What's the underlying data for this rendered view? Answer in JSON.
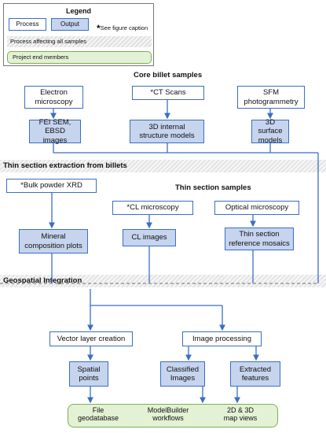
{
  "legend": {
    "title": "Legend",
    "process": "Process",
    "output": "Output",
    "note_star": "*",
    "note": "See figure caption",
    "band": "Process affecting all samples",
    "end": "Project end members"
  },
  "sections": {
    "core": "Core billet samples",
    "thin_extraction": "Thin section extraction from billets",
    "thin_samples": "Thin section samples",
    "geospatial": "Geospatial Integration"
  },
  "nodes": {
    "electron": "Electron\nmicroscopy",
    "ct": "*CT Scans",
    "sfm": "SFM\nphotogrammetry",
    "fei": "FEI SEM,\nEBSD images",
    "internal": "3D internal\nstructure models",
    "surface": "3D surface\nmodels",
    "xrd": "*Bulk powder XRD",
    "cl": "*CL microscopy",
    "optical": "Optical microscopy",
    "mineral": "Mineral\ncomposition plots",
    "cl_images": "CL images",
    "thin_ref": "Thin section\nreference mosaics",
    "vector": "Vector layer creation",
    "imgproc": "Image processing",
    "spatial": "Spatial\npoints",
    "classified": "Classified\nImages",
    "extracted": "Extracted\nfeatures"
  },
  "end_members": {
    "file": "File\ngeodatabase",
    "modelbuilder": "ModelBuilder\nworkflows",
    "views": "2D & 3D\nmap views"
  },
  "colors": {
    "process_border": "#3a6fc4",
    "output_fill": "#c6d4ee",
    "end_fill": "#e3f1d4",
    "end_border": "#7ab050",
    "hatch": "#e4e4e4"
  }
}
